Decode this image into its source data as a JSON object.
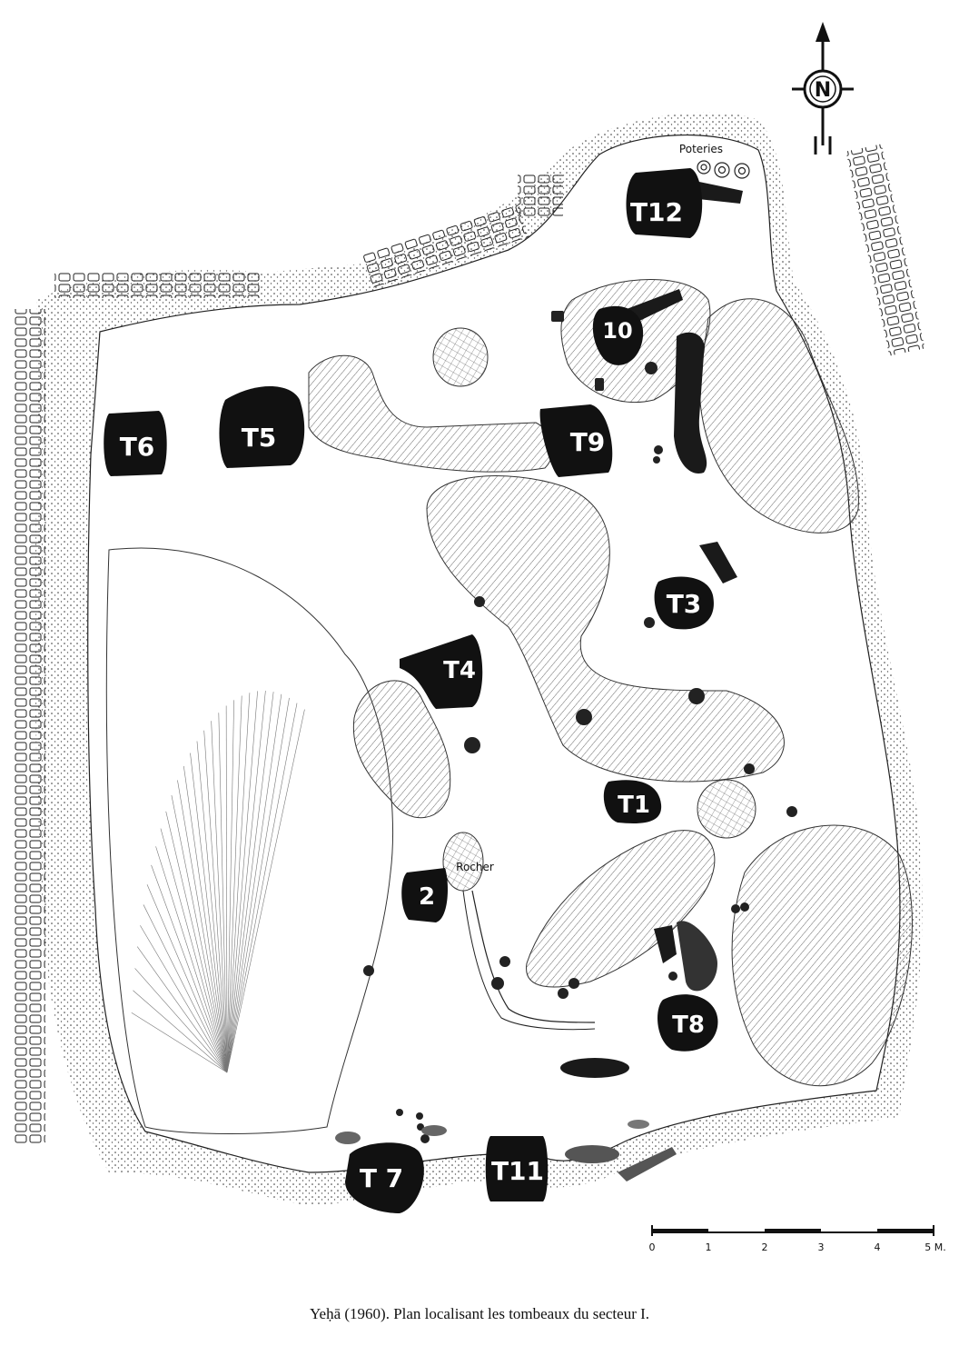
{
  "caption": "Yeḥā (1960). Plan localisant les tombeaux du secteur I.",
  "north": {
    "letter": "N",
    "icon": "north-arrow-icon"
  },
  "labels": {
    "poteries": "Poteries",
    "rocher": "Rocher"
  },
  "tombs": [
    {
      "id": "t12",
      "label": "T12"
    },
    {
      "id": "t10",
      "label": "10"
    },
    {
      "id": "t6",
      "label": "T6"
    },
    {
      "id": "t5",
      "label": "T5"
    },
    {
      "id": "t9",
      "label": "T9"
    },
    {
      "id": "t3",
      "label": "T3"
    },
    {
      "id": "t4",
      "label": "T4"
    },
    {
      "id": "t1",
      "label": "T1"
    },
    {
      "id": "t2",
      "label": "2"
    },
    {
      "id": "t8",
      "label": "T8"
    },
    {
      "id": "t7",
      "label": "T 7"
    },
    {
      "id": "t11",
      "label": "T11"
    }
  ],
  "scale": {
    "ticks": [
      "0",
      "1",
      "2",
      "3",
      "4",
      "5 M."
    ]
  },
  "colors": {
    "ink": "#111111",
    "paper": "#ffffff"
  }
}
